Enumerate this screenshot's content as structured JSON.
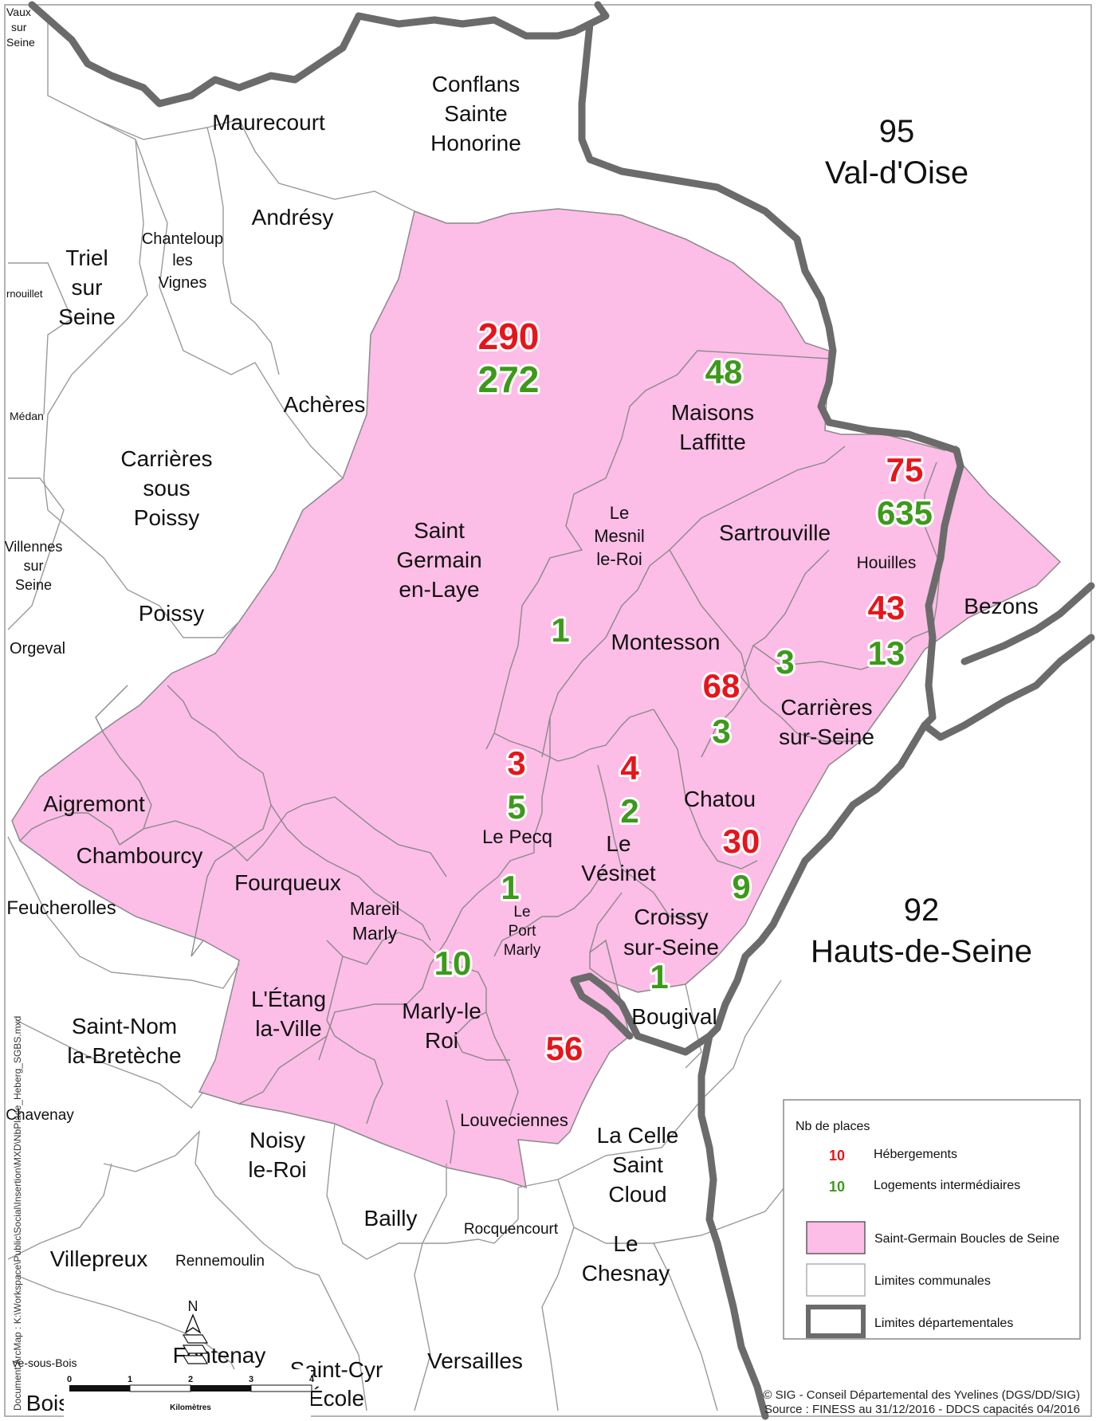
{
  "departments": {
    "val_doise": [
      "95",
      "Val-d'Oise"
    ],
    "hauts_de_seine": [
      "92",
      "Hauts-de-Seine"
    ]
  },
  "communes_inside": {
    "saint_germain": [
      "Saint",
      "Germain",
      "en-Laye"
    ],
    "maisons_laffitte": [
      "Maisons",
      "Laffitte"
    ],
    "le_mesnil": [
      "Le",
      "Mesnil",
      "le-Roi"
    ],
    "sartrouville": "Sartrouville",
    "houilles": "Houilles",
    "bezons": "Bezons",
    "montesson": "Montesson",
    "carrieres_seine": [
      "Carrières",
      "sur-Seine"
    ],
    "chatou": "Chatou",
    "le_pecq": "Le Pecq",
    "le_vesinet": [
      "Le",
      "Vésinet"
    ],
    "croissy": [
      "Croissy",
      "sur-Seine"
    ],
    "le_port_marly": [
      "Le",
      "Port",
      "Marly"
    ],
    "mareil": [
      "Mareil",
      "Marly"
    ],
    "marly_le_roi": [
      "Marly-le",
      "Roi"
    ],
    "etang": [
      "L'Étang",
      "la-Ville"
    ],
    "louveciennes": "Louveciennes",
    "aigremont": "Aigremont",
    "chambourcy": "Chambourcy",
    "fourqueux": "Fourqueux"
  },
  "communes_outside": {
    "vaux": [
      "Vaux",
      "sur",
      "Seine"
    ],
    "conflans": [
      "Conflans",
      "Sainte",
      "Honorine"
    ],
    "maurecourt": "Maurecourt",
    "andresy": "Andrésy",
    "chanteloup": [
      "Chanteloup",
      "les",
      "Vignes"
    ],
    "triel": [
      "Triel",
      "sur",
      "Seine"
    ],
    "vernouillet": "rnouillet",
    "medan": "Médan",
    "acheres": "Achères",
    "carrieres_poissy": [
      "Carrières",
      "sous",
      "Poissy"
    ],
    "villennes": [
      "Villennes",
      "sur",
      "Seine"
    ],
    "poissy": "Poissy",
    "orgeval": "Orgeval",
    "feucherolles": "Feucherolles",
    "saint_nom": [
      "Saint-Nom",
      "la-Bretèche"
    ],
    "chavenay": "Chavenay",
    "noisy": [
      "Noisy",
      "le-Roi"
    ],
    "bailly": "Bailly",
    "rocquencourt": "Rocquencourt",
    "villepreux": "Villepreux",
    "rennemoulin": "Rennemoulin",
    "fontenay": "Fontenay",
    "saint_cyr": [
      "Saint-Cyr",
      "École"
    ],
    "versailles": "Versailles",
    "la_celle": [
      "La Celle",
      "Saint",
      "Cloud"
    ],
    "le_chesnay": [
      "Le",
      "Chesnay"
    ],
    "bougival": "Bougival",
    "bois": "Bois",
    "les_bois": "ve-sous-Bois"
  },
  "values": {
    "saint_germain": {
      "heb": "290",
      "log": "272"
    },
    "maisons_laffitte": {
      "log": "48"
    },
    "sartrouville": {
      "heb": "75",
      "log": "635"
    },
    "houilles": {
      "heb": "43",
      "log": "13"
    },
    "montesson": {
      "heb": "68",
      "log": "3"
    },
    "carrieres_seine": {
      "log": "3"
    },
    "le_mesnil": {
      "log": "1"
    },
    "le_pecq": {
      "heb": "3",
      "log": "5"
    },
    "le_vesinet": {
      "heb": "4",
      "log": "2"
    },
    "chatou": {
      "heb": "30",
      "log": "9"
    },
    "le_port_marly": {
      "log": "1"
    },
    "marly_le_roi": {
      "log": "10"
    },
    "croissy": {
      "log": "1"
    },
    "louveciennes": {
      "heb": "56"
    }
  },
  "legend": {
    "title": "Nb de places",
    "heb_sample": "10",
    "heb_label": "Hébergements",
    "log_sample": "10",
    "log_label": "Logements intermédiaires",
    "territory_label": "Saint-Germain Boucles de Seine",
    "communal_label": "Limites communales",
    "dept_label": "Limites départementales"
  },
  "scale": {
    "ticks": [
      "0",
      "1",
      "2",
      "3",
      "4"
    ],
    "unit": "Kilomètres"
  },
  "north_label": "N",
  "side_text": "Document ArcMap : K:\\Workspace\\Public\\Social\\Insertion\\MXD\\NbPlace_Heberg_SGBS.mxd",
  "credits": {
    "line1": "© SIG - Conseil Départemental des Yvelines (DGS/DD/SIG)",
    "line2": "Source : FINESS au 31/12/2016  -  DDCS capacités 04/2016"
  },
  "colors": {
    "territory": "#fcbde6",
    "heb": "#e8141a",
    "log": "#3c9a1a",
    "dept_border": "#6b6b6b",
    "communal_border": "#a0a0a0"
  }
}
